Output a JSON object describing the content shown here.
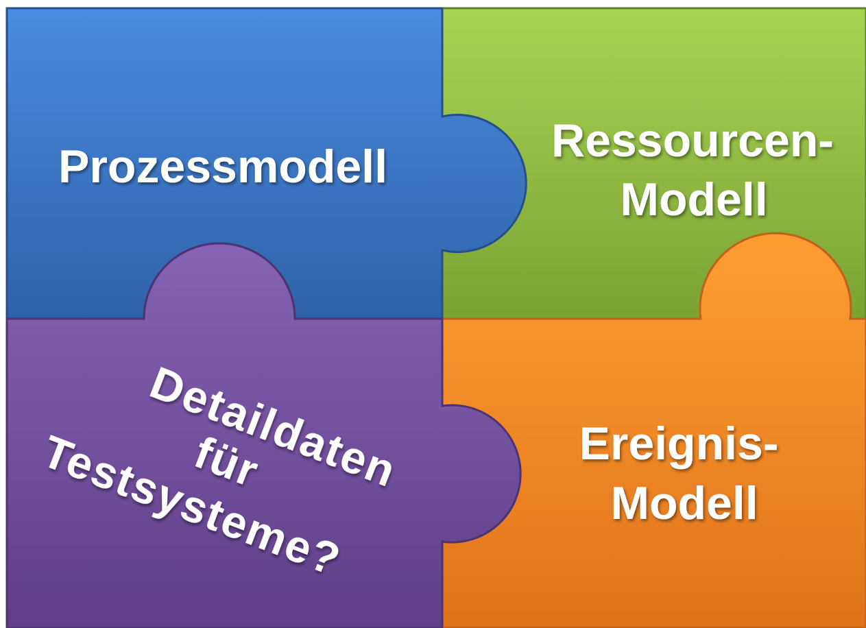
{
  "pieces": {
    "top_left": {
      "label": "Prozessmodell",
      "color": "#3a73c0"
    },
    "top_right": {
      "line1": "Ressourcen-",
      "line2": "Modell",
      "color": "#8fba41"
    },
    "bottom_left": {
      "line1": "Detaildaten",
      "line2": "für",
      "line3": "Testsysteme?",
      "color": "#7652a0"
    },
    "bottom_right": {
      "line1": "Ereignis-",
      "line2": "Modell",
      "color": "#f3851f"
    }
  }
}
